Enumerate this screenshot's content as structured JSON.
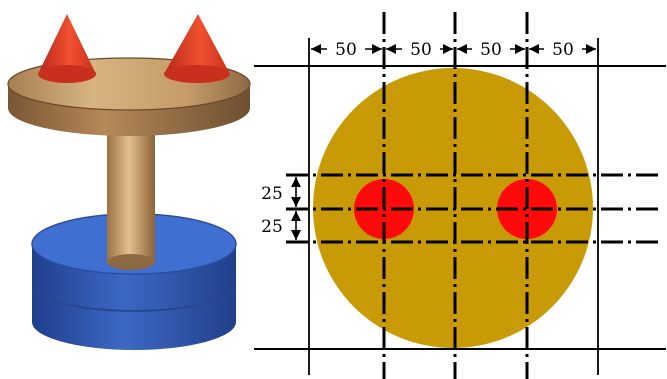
{
  "photo": {
    "description_icon": "wooden-stool-with-cones-photo",
    "colors": {
      "cone": "#e8432c",
      "wood": "#c9a070",
      "base": "#3561b8"
    }
  },
  "drawing": {
    "colors": {
      "disc": "#c89a06",
      "hole": "#ff0a0a",
      "line": "#000000"
    },
    "dim_top": [
      "50",
      "50",
      "50",
      "50"
    ],
    "dim_left": [
      "25",
      "25"
    ]
  }
}
